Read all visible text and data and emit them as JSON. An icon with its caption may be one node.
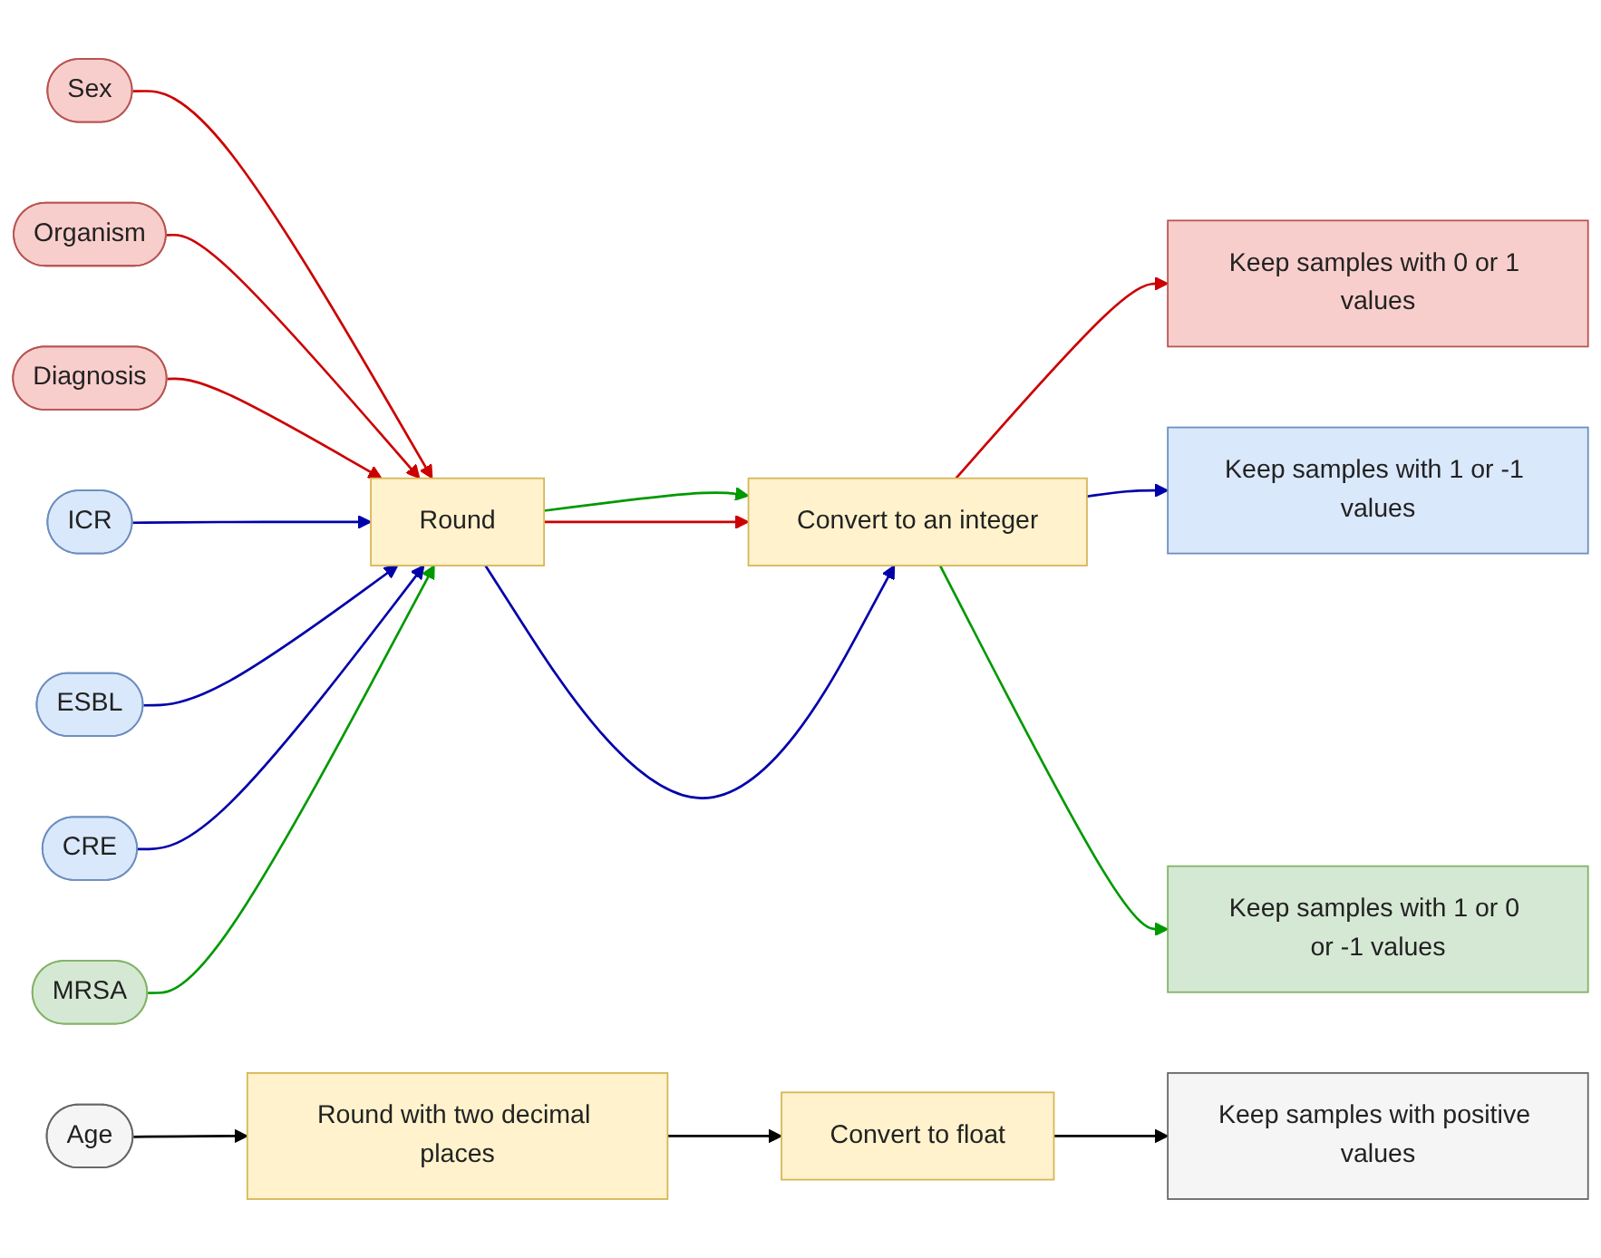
{
  "diagram": {
    "nodes": [
      {
        "text": [
          "Sex"
        ]
      },
      {
        "text": [
          "Organism"
        ]
      },
      {
        "text": [
          "Diagnosis"
        ]
      },
      {
        "text": [
          "ICR"
        ]
      },
      {
        "text": [
          "ESBL"
        ]
      },
      {
        "text": [
          "CRE"
        ]
      },
      {
        "text": [
          "MRSA"
        ]
      },
      {
        "text": [
          "Age"
        ]
      },
      {
        "text": [
          "Round"
        ]
      },
      {
        "text": [
          "Convert to an integer"
        ]
      },
      {
        "text": [
          "Keep samples with 0 or 1 values"
        ]
      },
      {
        "text": [
          "Keep samples with 1 or -1 values"
        ]
      },
      {
        "text": [
          "Keep samples with 1 or 0 or -1 values"
        ]
      },
      {
        "text": [
          "Round with two decimal places"
        ]
      },
      {
        "text": [
          "Convert to float"
        ]
      },
      {
        "text": [
          "Keep samples with positive values"
        ]
      }
    ],
    "edges": [
      {
        "from": 0,
        "to": 8,
        "arrow": "to",
        "color": "#cc0000"
      },
      {
        "from": 1,
        "to": 8,
        "arrow": "to",
        "color": "#cc0000"
      },
      {
        "from": 2,
        "to": 8,
        "arrow": "to",
        "color": "#cc0000"
      },
      {
        "from": 3,
        "to": 8,
        "arrow": "to",
        "color": "#0000aa"
      },
      {
        "from": 4,
        "to": 8,
        "arrow": "to",
        "color": "#0000aa"
      },
      {
        "from": 5,
        "to": 8,
        "arrow": "to",
        "color": "#0000aa"
      },
      {
        "from": 6,
        "to": 8,
        "arrow": "to",
        "color": "#009900"
      },
      {
        "from": 8,
        "to": 9,
        "arrow": "to",
        "color": "#009900"
      },
      {
        "from": 8,
        "to": 9,
        "arrow": "to",
        "color": "#cc0000"
      },
      {
        "from": 8,
        "to": 9,
        "arrow": "to",
        "color": "#0000aa"
      },
      {
        "from": 9,
        "to": 10,
        "arrow": "to",
        "color": "#cc0000"
      },
      {
        "from": 9,
        "to": 11,
        "arrow": "to",
        "color": "#0000aa"
      },
      {
        "from": 9,
        "to": 12,
        "arrow": "to",
        "color": "#009900"
      },
      {
        "from": 7,
        "to": 13,
        "arrow": "to",
        "color": "#000000"
      },
      {
        "from": 13,
        "to": 14,
        "arrow": "to",
        "color": "#000000"
      },
      {
        "from": 14,
        "to": 15,
        "arrow": "to",
        "color": "#000000"
      }
    ]
  }
}
